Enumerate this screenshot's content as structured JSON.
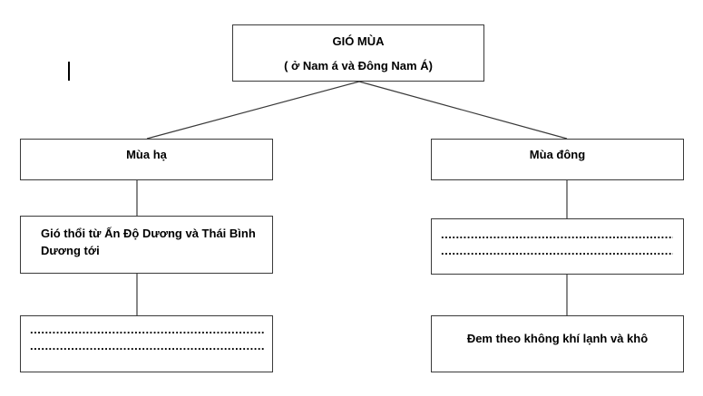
{
  "root": {
    "title": "GIÓ MÙA",
    "subtitle": "( ở Nam á và Đông Nam Á)"
  },
  "left": {
    "season": "Mùa hạ",
    "origin": "Gió thổi từ Ấn Độ Dương và Thái Bình Dương tới",
    "effect_line1": "..................................................................",
    "effect_line2": ".................................................................."
  },
  "right": {
    "season": "Mùa đông",
    "origin_line1": "..................................................................",
    "origin_line2": "..................................................................",
    "effect": "Đem theo không khí lạnh và khô"
  }
}
